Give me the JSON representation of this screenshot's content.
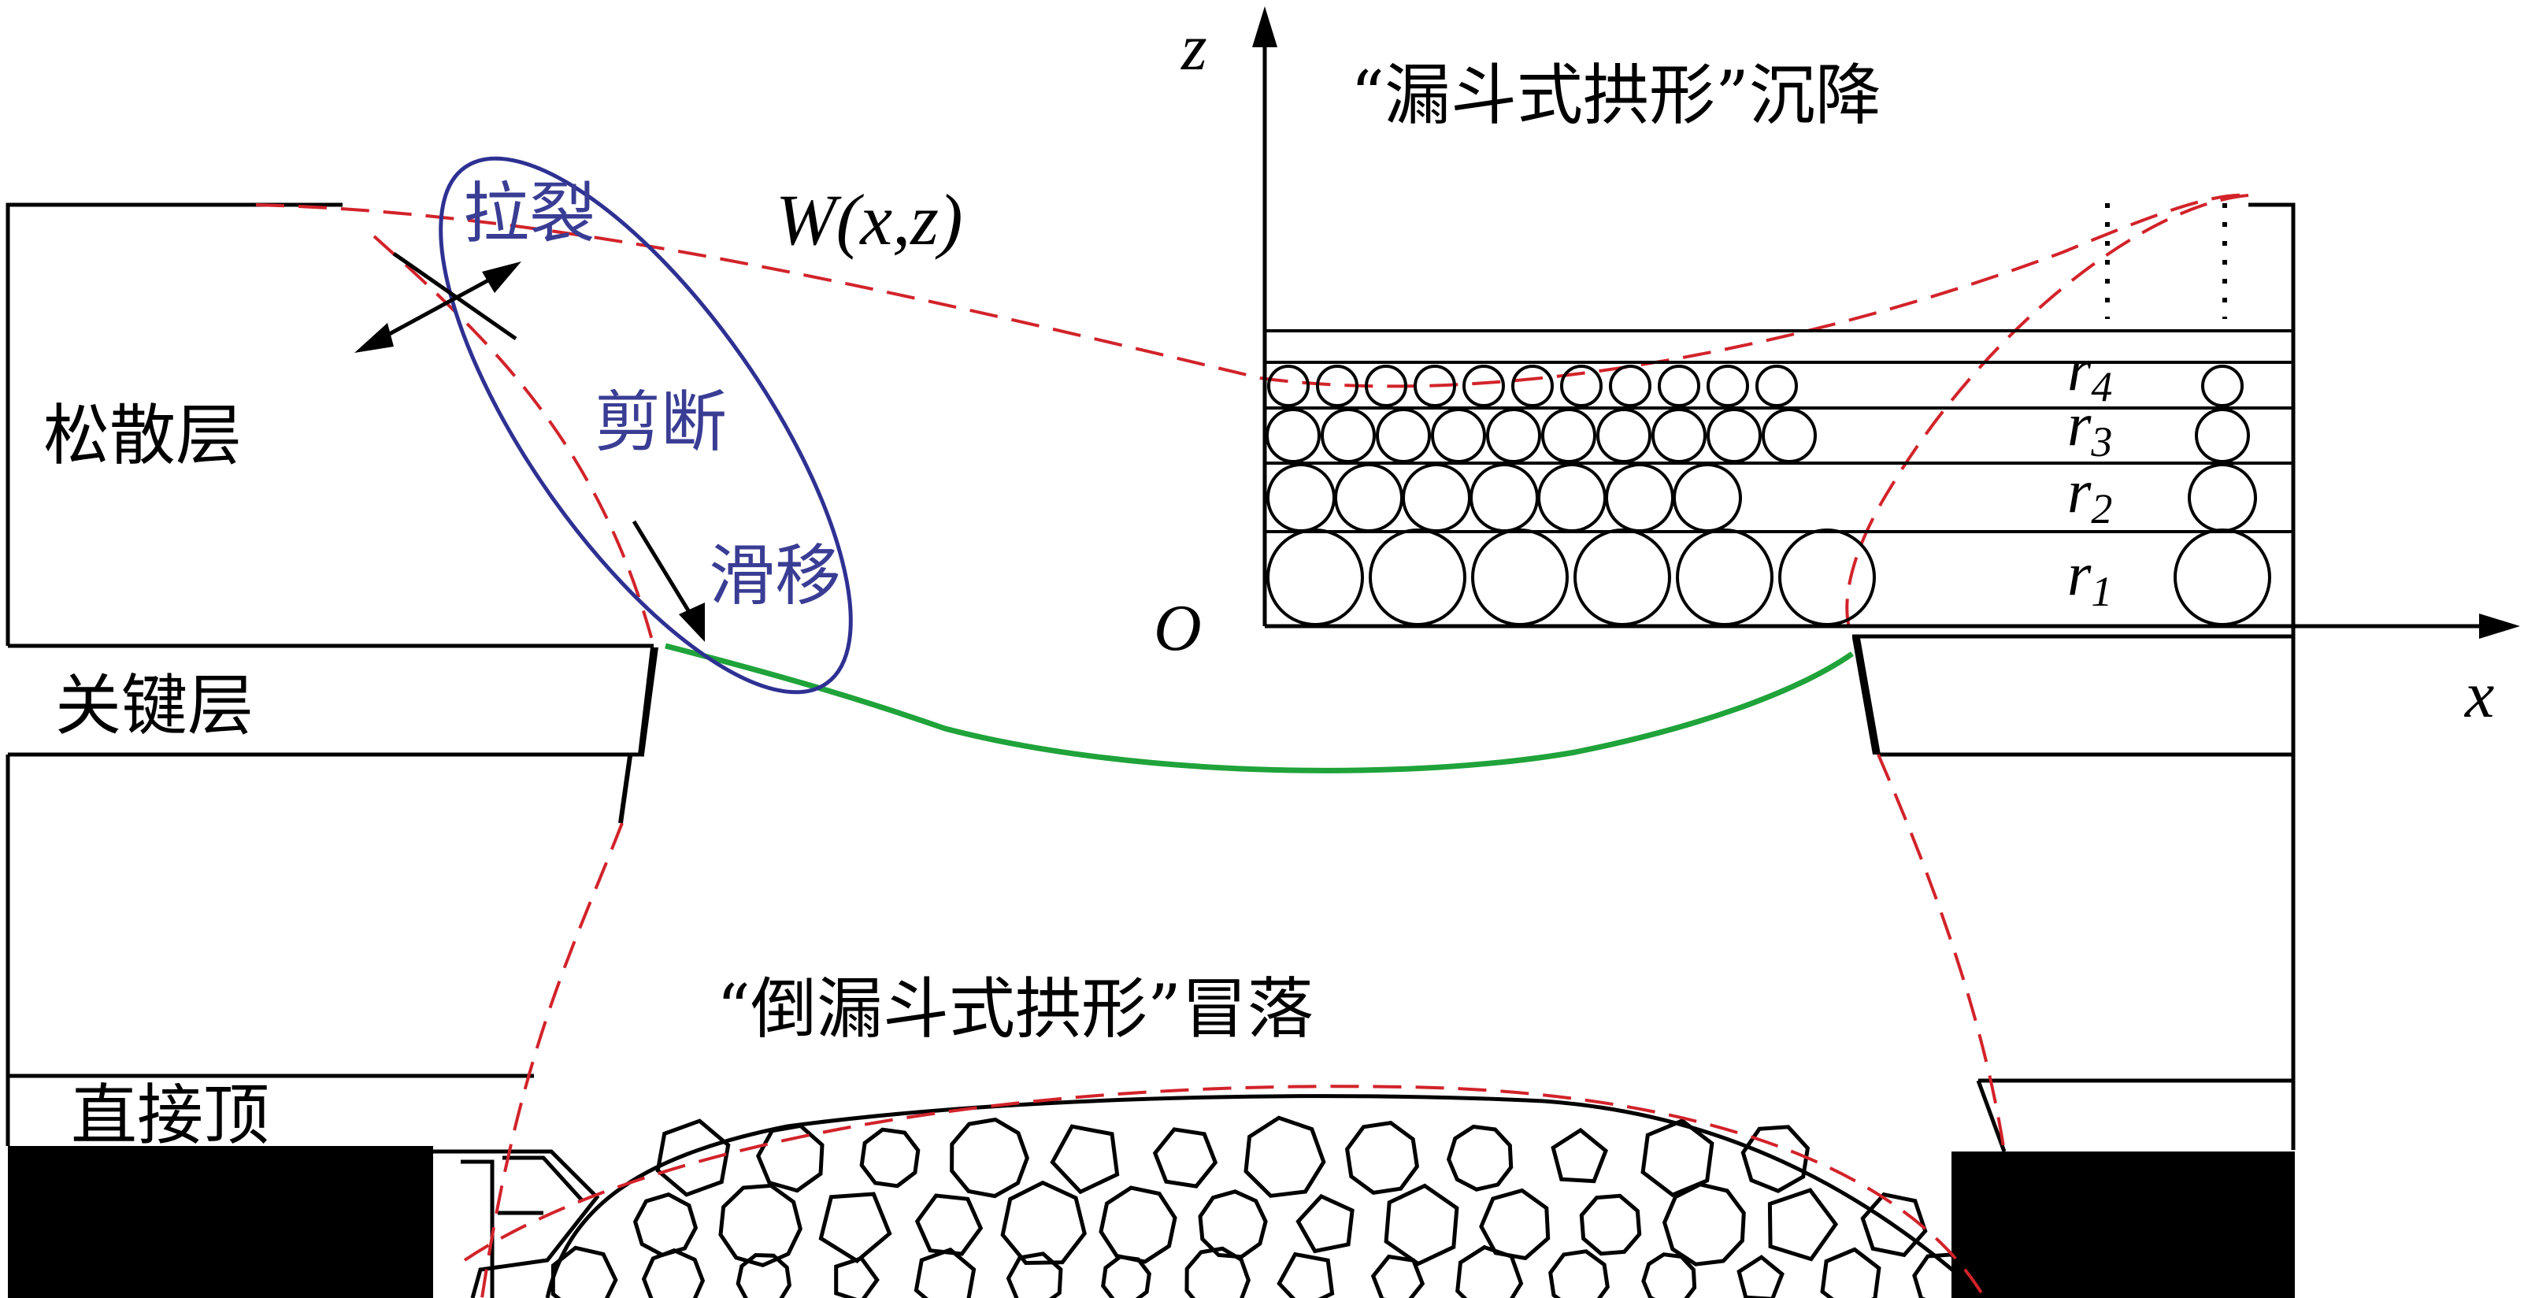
{
  "labels": {
    "loose_layer": "松散层",
    "key_layer": "关键层",
    "immediate_roof": "直接顶",
    "tension_crack": "拉裂",
    "shear": "剪断",
    "slip": "滑移",
    "funnel_arch_subsidence": "“漏斗式拱形”沉降",
    "inverted_funnel_arch_caving": "“倒漏斗式拱形”冒落",
    "subsidence_function": "W(x,z)"
  },
  "axes": {
    "z": "z",
    "x": "x",
    "origin": "O"
  },
  "radius_labels": [
    {
      "base": "r",
      "sub": "4"
    },
    {
      "base": "r",
      "sub": "3"
    },
    {
      "base": "r",
      "sub": "2"
    },
    {
      "base": "r",
      "sub": "1"
    }
  ],
  "colors": {
    "outline": "#000000",
    "dashed_boundary": "#d2232a",
    "ellipse": "#2e3192",
    "ellipse_text": "#3a3d94",
    "key_layer_curve": "#1fa33a"
  }
}
